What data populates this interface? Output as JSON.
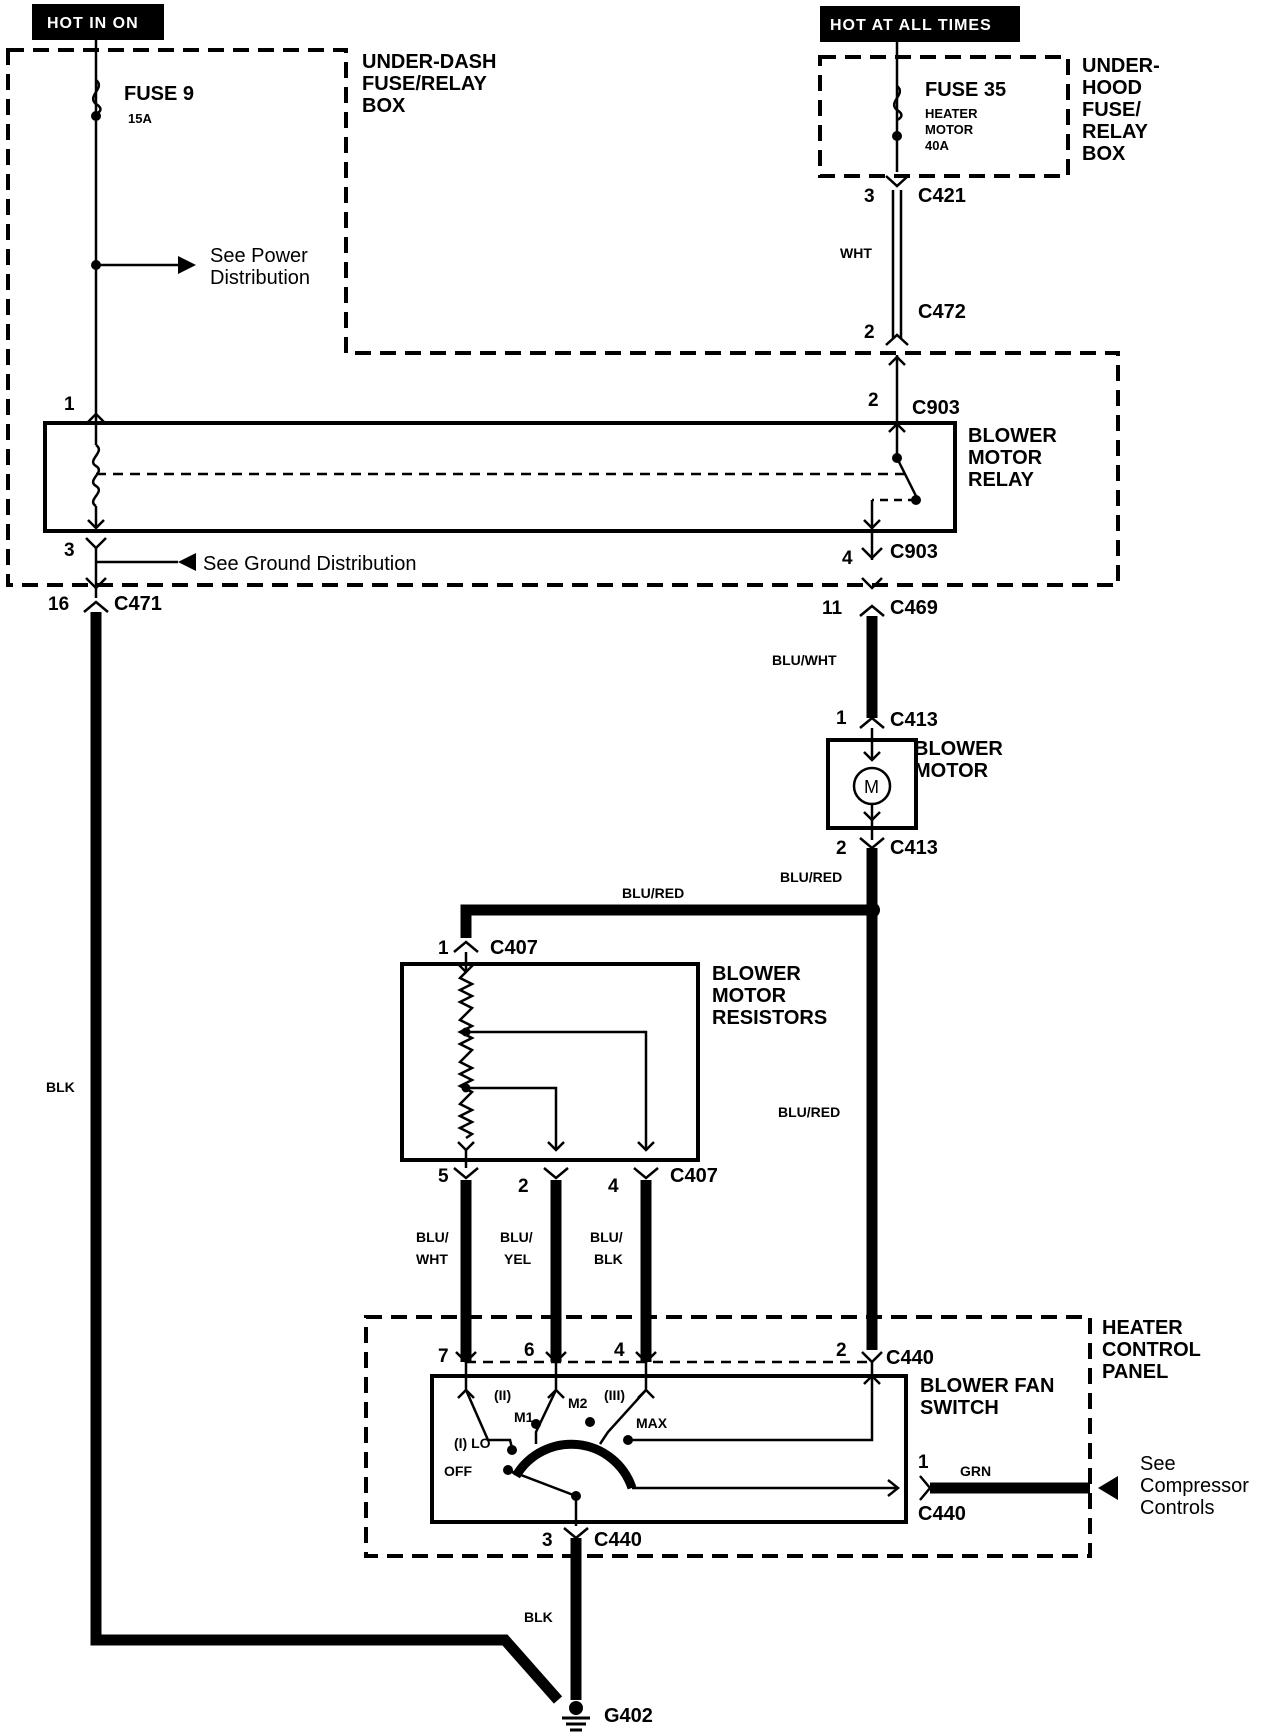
{
  "hot_tags": {
    "left": "HOT IN ON",
    "right": "HOT AT ALL TIMES"
  },
  "underdash_box": {
    "label_lines": [
      "UNDER-DASH",
      "FUSE/RELAY",
      "BOX"
    ],
    "fuse_name": "FUSE 9",
    "fuse_rating": "15A"
  },
  "underhood_box": {
    "label_lines": [
      "UNDER-",
      "HOOD",
      "FUSE/",
      "RELAY",
      "BOX"
    ],
    "fuse_name": "FUSE 35",
    "fuse_desc_lines": [
      "HEATER",
      "MOTOR",
      "40A"
    ]
  },
  "notes": {
    "power": [
      "See Power",
      "Distribution"
    ],
    "ground": "See Ground Distribution",
    "compressor": [
      "See",
      "Compressor",
      "Controls"
    ]
  },
  "relay": {
    "label_lines": [
      "BLOWER",
      "MOTOR",
      "RELAY"
    ]
  },
  "motor": {
    "label_lines": [
      "BLOWER",
      "MOTOR"
    ],
    "symbol": "M"
  },
  "resistors": {
    "label_lines": [
      "BLOWER",
      "MOTOR",
      "RESISTORS"
    ]
  },
  "heater_panel": {
    "label_lines": [
      "HEATER",
      "CONTROL",
      "PANEL"
    ],
    "switch_label_lines": [
      "BLOWER FAN",
      "SWITCH"
    ],
    "positions": {
      "off": "OFF",
      "lo": "(I) LO",
      "m1_num": "(II)",
      "m1": "M1",
      "m2": "M2",
      "m2_num": "(III)",
      "max": "MAX"
    }
  },
  "connectors": {
    "c421": "C421",
    "c472": "C472",
    "c903": "C903",
    "c471": "C471",
    "c469": "C469",
    "c413": "C413",
    "c407": "C407",
    "c440": "C440"
  },
  "pins": {
    "c421": "3",
    "c472": "2",
    "relay_in_left": "1",
    "relay_in_right": "2",
    "relay_out_left": "3",
    "relay_out_right": "4",
    "c471": "16",
    "c469": "11",
    "motor_in": "1",
    "motor_out": "2",
    "res_in": "1",
    "res_out_1": "5",
    "res_out_2": "2",
    "res_out_3": "4",
    "sw_7": "7",
    "sw_6": "6",
    "sw_4": "4",
    "sw_2": "2",
    "sw_1": "1",
    "sw_3": "3"
  },
  "wires": {
    "wht": "WHT",
    "blu_wht_motor": "BLU/WHT",
    "blu_red_top": "BLU/RED",
    "blu_red_h": "BLU/RED",
    "blu_red_v": "BLU/RED",
    "blk_left": "BLK",
    "blk_bottom": "BLK",
    "grn": "GRN",
    "res_wire_1": [
      "BLU/",
      "WHT"
    ],
    "res_wire_2": [
      "BLU/",
      "YEL"
    ],
    "res_wire_3": [
      "BLU/",
      "BLK"
    ]
  },
  "ground": "G402"
}
